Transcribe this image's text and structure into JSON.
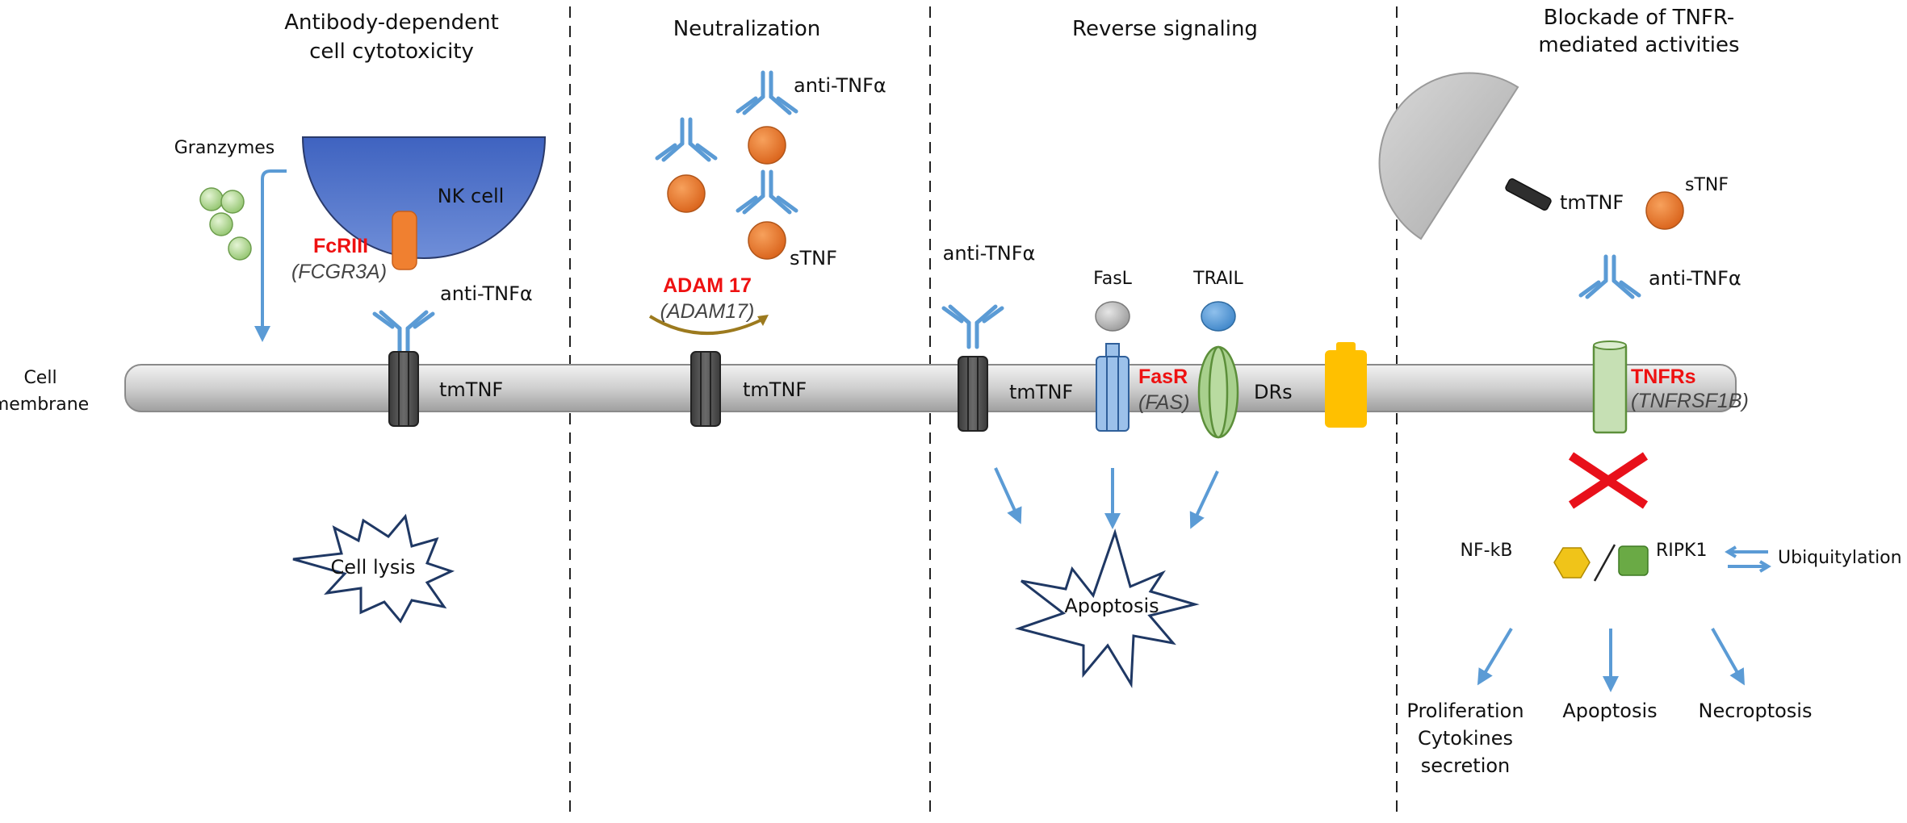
{
  "panels": {
    "adcc": {
      "title_line1": "Antibody-dependent",
      "title_line2": "cell cytotoxicity",
      "nk_cell": "NK cell",
      "granzymes": "Granzymes",
      "fcr_name": "FcRIII",
      "fcr_gene": "(FCGR3A)",
      "antibody": "anti-TNFα",
      "tmtnf": "tmTNF",
      "outcome": "Cell lysis"
    },
    "neutralization": {
      "title": "Neutralization",
      "antibody": "anti-TNFα",
      "stnf": "sTNF",
      "adam_name": "ADAM 17",
      "adam_gene": "(ADAM17)",
      "tmtnf": "tmTNF"
    },
    "reverse": {
      "title": "Reverse signaling",
      "antibody": "anti-TNFα",
      "fasl": "FasL",
      "trail": "TRAIL",
      "tmtnf": "tmTNF",
      "fasr_name": "FasR",
      "fasr_gene": "(FAS)",
      "drs": "DRs",
      "outcome": "Apoptosis"
    },
    "blockade": {
      "title_line1": "Blockade of TNFR-",
      "title_line2": "mediated activities",
      "tmtnf": "tmTNF",
      "stnf": "sTNF",
      "antibody": "anti-TNFα",
      "tnfrs_name": "TNFRs",
      "tnfrs_gene": "(TNFRSF1B)",
      "nfkb": "NF-kB",
      "ripk1": "RIPK1",
      "ubiquitylation": "Ubiquitylation",
      "outcome1_line1": "Proliferation",
      "outcome1_line2": "Cytokines",
      "outcome1_line3": "secretion",
      "outcome2": "Apoptosis",
      "outcome3": "Necroptosis"
    }
  },
  "membrane": {
    "label_line1": "Cell",
    "label_line2": "membrane"
  },
  "colors": {
    "antibody": "#5b9bd5",
    "tnf_ball": "#e8742a",
    "red_label": "#ee1111",
    "nk_cell": "#5b79c9",
    "arrow": "#5b9bd5",
    "membrane": "#d4d4d4",
    "cross": "#e8101a",
    "fasr": "#9cc1ea",
    "trail_receptor": "#a8d08d",
    "orange_receptor": "#ffc000",
    "nfkb": "#f0c419",
    "ripk1": "#6aaa45"
  }
}
